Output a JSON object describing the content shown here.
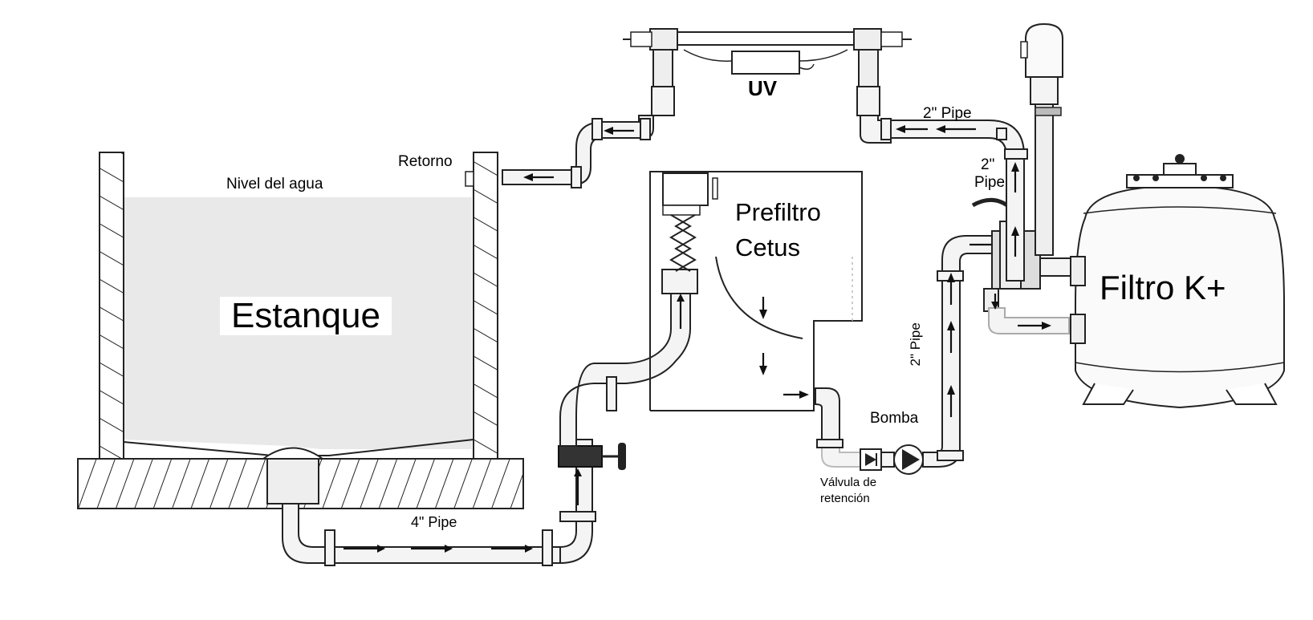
{
  "labels": {
    "uv": "UV",
    "pipe_2_top": "2\" Pipe",
    "pipe_2_vert_line1": "2\"",
    "pipe_2_vert_line2": "Pipe",
    "retorno": "Retorno",
    "nivel": "Nivel del agua",
    "prefiltro_line1": "Prefiltro",
    "prefiltro_line2": "Cetus",
    "estanque": "Estanque",
    "filtro": "Filtro K+",
    "pipe_2_rot": "2\" Pipe",
    "bomba": "Bomba",
    "valvula_line1": "Válvula de",
    "valvula_line2": "retención",
    "pipe_4": "4\" Pipe"
  },
  "colors": {
    "water": "#e9e9e9",
    "pipe_fill": "#f4f4f4",
    "line": "#222222"
  }
}
